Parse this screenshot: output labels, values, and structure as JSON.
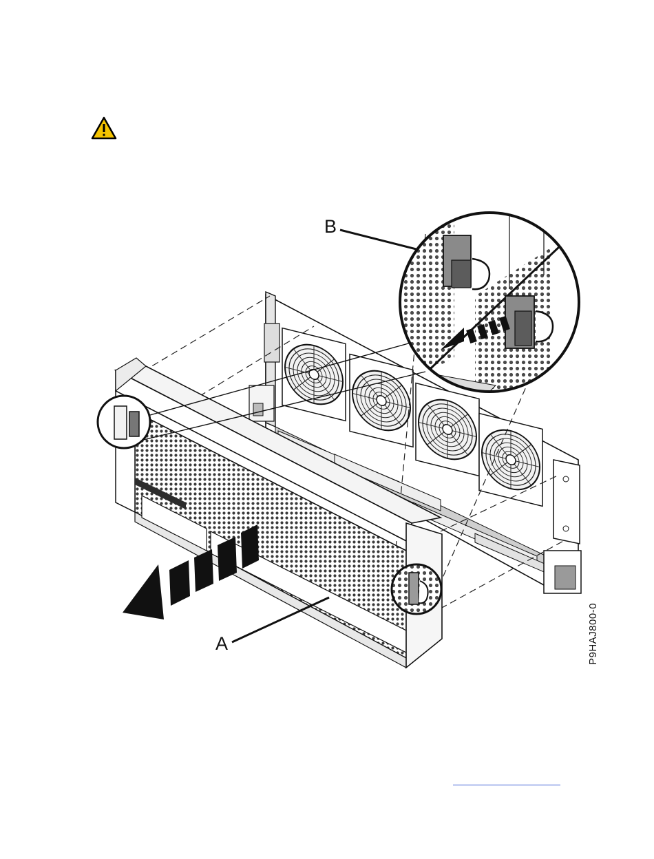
{
  "warning": {
    "icon": "warning-triangle-icon",
    "color": "#f5c400"
  },
  "figure": {
    "callout_a": "A",
    "callout_b": "B",
    "figure_id": "P9HAJ800-0",
    "subject": "front-cover-removal",
    "icons": [
      "front-cover",
      "system-chassis",
      "fan",
      "latch-detail-circle",
      "pull-direction-arrow"
    ]
  },
  "footer": {
    "link_text": ""
  }
}
